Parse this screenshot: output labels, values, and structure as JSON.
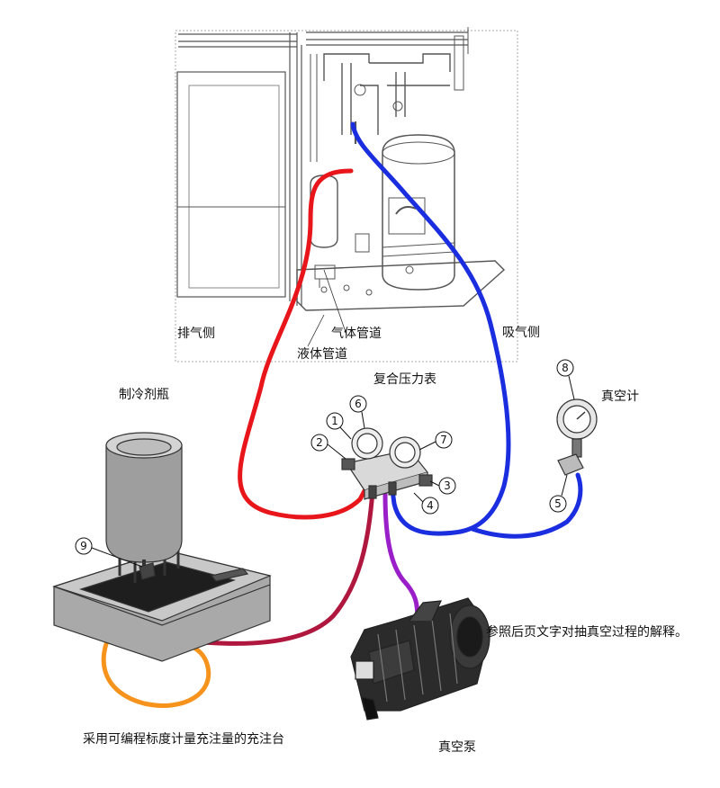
{
  "labels": {
    "discharge_side": "排气侧",
    "gas_line": "气体管道",
    "liquid_line": "液体管道",
    "suction_side": "吸气侧",
    "manifold_gauge": "复合压力表",
    "refrigerant_cylinder": "制冷剂瓶",
    "vacuum_gauge": "真空计",
    "vacuum_pump": "真空泵",
    "charging_scale": "采用可编程标度计量充注量的充注台",
    "see_note": "参照后页文字对抽真空过程的解释。"
  },
  "callouts": [
    "1",
    "2",
    "3",
    "4",
    "5",
    "6",
    "7",
    "8",
    "9"
  ],
  "colors": {
    "red_hose": "#e8151b",
    "blue_hose": "#1a2ee0",
    "maroon_hose": "#b0173e",
    "purple_hose": "#9b1fc9",
    "orange_hose": "#f6931d",
    "line_art": "#555555"
  }
}
